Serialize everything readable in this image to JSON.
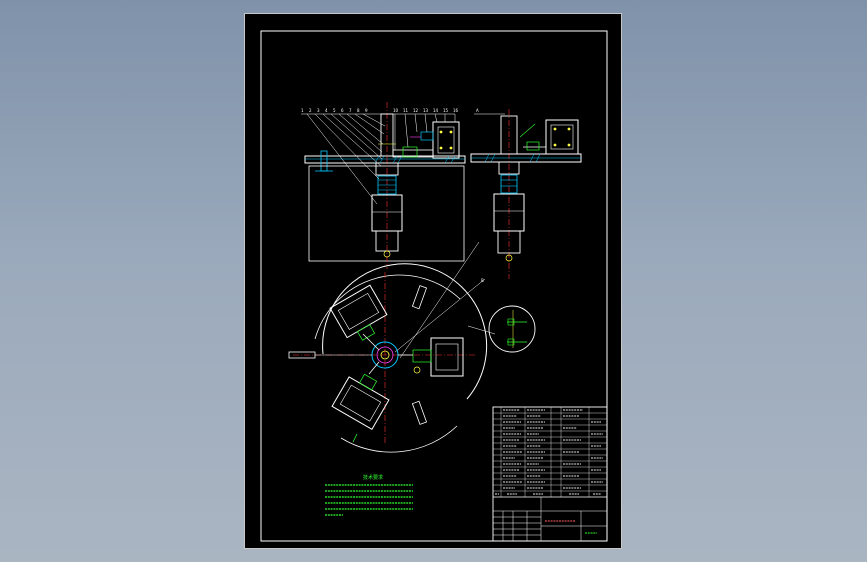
{
  "viewer": {
    "background_top": "#7f92aa",
    "background_bottom": "#aab5c2"
  },
  "drawing": {
    "sheet_color": "#000000",
    "line_colors": {
      "outline": "#ffffff",
      "part": "#ffffff",
      "centerline": "#ff3030",
      "hatch": "#00c8ff",
      "dimension": "#30ff30",
      "highlight": "#ffff40",
      "accent": "#ff40ff"
    },
    "section_marks": {
      "view_a": "A",
      "view_b": "B"
    },
    "tech_notes": {
      "title": "技术要求"
    },
    "title_block": {
      "name_cell": "",
      "drawing_no": ""
    }
  }
}
